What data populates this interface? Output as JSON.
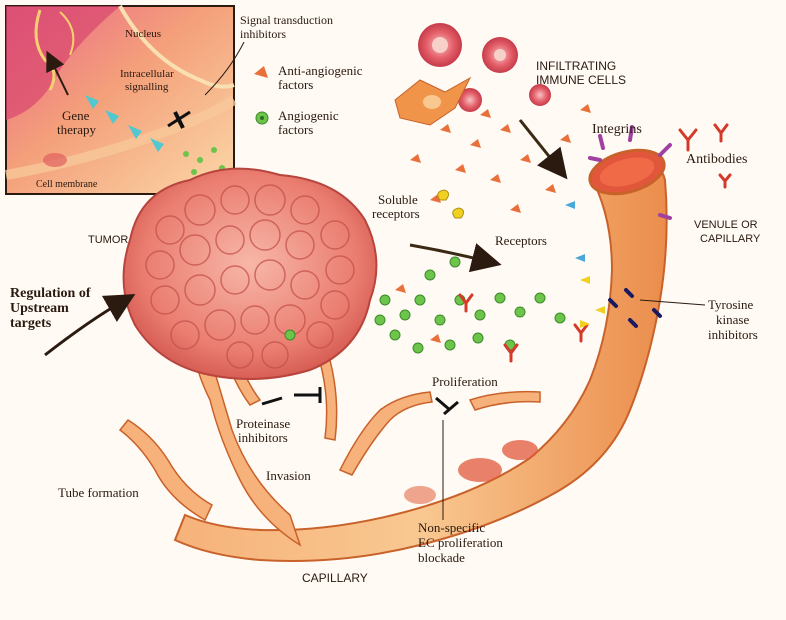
{
  "labels": {
    "nucleus": "Nucleus",
    "signal_transduction_1": "Signal transduction",
    "signal_transduction_2": "inhibitors",
    "intracellular_1": "Intracellular",
    "intracellular_2": "signalling",
    "gene_therapy_1": "Gene",
    "gene_therapy_2": "therapy",
    "cell_membrane": "Cell membrane",
    "anti_angiogenic_1": "Anti-angiogenic",
    "anti_angiogenic_2": "factors",
    "angiogenic_1": "Angiogenic",
    "angiogenic_2": "factors",
    "infiltrating_1": "INFILTRATING",
    "infiltrating_2": "IMMUNE CELLS",
    "integrins": "Integrins",
    "antibodies": "Antibodies",
    "soluble_1": "Soluble",
    "soluble_2": "receptors",
    "tumor": "TUMOR",
    "receptors": "Receptors",
    "venule_1": "VENULE OR",
    "venule_2": "CAPILLARY",
    "regulation_1": "Regulation of",
    "regulation_2": "Upstream",
    "regulation_3": "targets",
    "tyrosine_1": "Tyrosine",
    "tyrosine_2": "kinase",
    "tyrosine_3": "inhibitors",
    "proliferation": "Proliferation",
    "proteinase_1": "Proteinase",
    "proteinase_2": "inhibitors",
    "invasion": "Invasion",
    "tube_formation": "Tube formation",
    "nonspecific_1": "Non-specific",
    "nonspecific_2": "EC proliferation",
    "nonspecific_3": "blockade",
    "capillary": "CAPILLARY"
  },
  "colors": {
    "vessel": "#f3a15e",
    "vessel_edge": "#c9622a",
    "tumor": "#e9736a",
    "anti_factor": "#e8703a",
    "angio_factor": "#6cc44a",
    "antibody": "#d43a2a",
    "receptor_blue": "#4aa8d8",
    "receptor_yellow": "#f0d020"
  }
}
